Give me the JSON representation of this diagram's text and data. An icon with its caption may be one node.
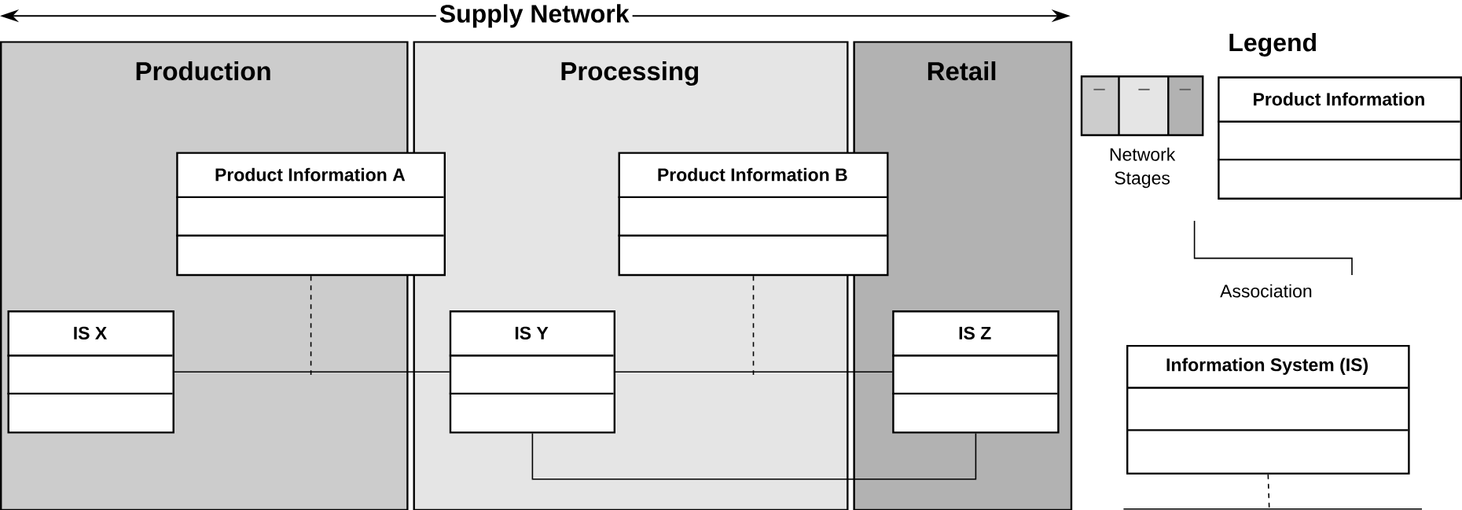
{
  "diagram": {
    "nodes": [
      {
        "text": [
          "Production"
        ]
      },
      {
        "text": [
          "Processing"
        ]
      },
      {
        "text": [
          "Retail"
        ]
      },
      {
        "text": [
          "Product Information A"
        ],
        "in": 0
      },
      {
        "text": [
          "Product Information B"
        ]
      },
      {
        "text": [
          "IS X"
        ],
        "in": 0
      },
      {
        "text": [
          "IS Y"
        ],
        "in": 1
      },
      {
        "text": [
          "IS Z"
        ],
        "in": 2
      },
      {
        "text": [
          "Product Information"
        ]
      },
      {
        "text": [
          "Information System (IS)"
        ]
      }
    ],
    "edges": [
      {
        "from": 5,
        "to": 6,
        "arrow": "none"
      },
      {
        "from": 6,
        "to": 7,
        "arrow": "none"
      },
      {
        "from": 6,
        "to": 7,
        "arrow": "none"
      },
      {
        "from": 3,
        "to": null,
        "arrow": "none",
        "style": "dashed"
      },
      {
        "from": 4,
        "to": null,
        "arrow": "none",
        "style": "dashed"
      },
      {
        "from": 9,
        "to": null,
        "arrow": "none",
        "style": "dashed"
      }
    ],
    "labels": [
      "Supply Network",
      "Legend"
    ],
    "legend": [
      {
        "text": "Network Stages"
      },
      {
        "text": "Association"
      }
    ]
  }
}
